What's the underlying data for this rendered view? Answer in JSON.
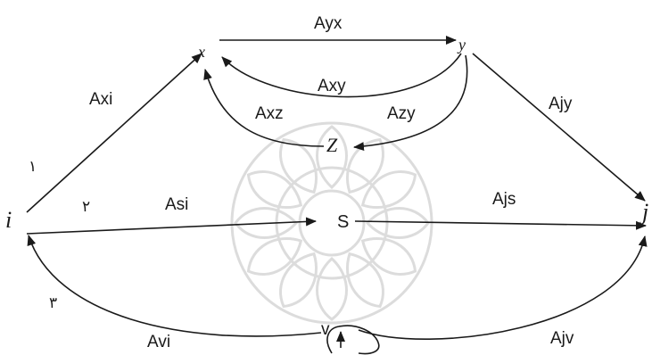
{
  "nodes": {
    "i": "i",
    "x": "x",
    "y": "y",
    "z": "Z",
    "s": "S",
    "j": "j",
    "v": "v"
  },
  "edges": {
    "xy": "Ayx",
    "yx": "Axy",
    "xz": "Axz",
    "yz": "Azy",
    "ix": "Axi",
    "yj": "Ajy",
    "is": "Asi",
    "sj": "Ajs",
    "vi": "Avi",
    "vj": "Ajv"
  },
  "numbers": {
    "one": "١",
    "two": "٢",
    "three": "٣"
  },
  "colors": {
    "ink": "#1a1a1a",
    "watermark": "#dcdcdc",
    "background": "#ffffff"
  }
}
